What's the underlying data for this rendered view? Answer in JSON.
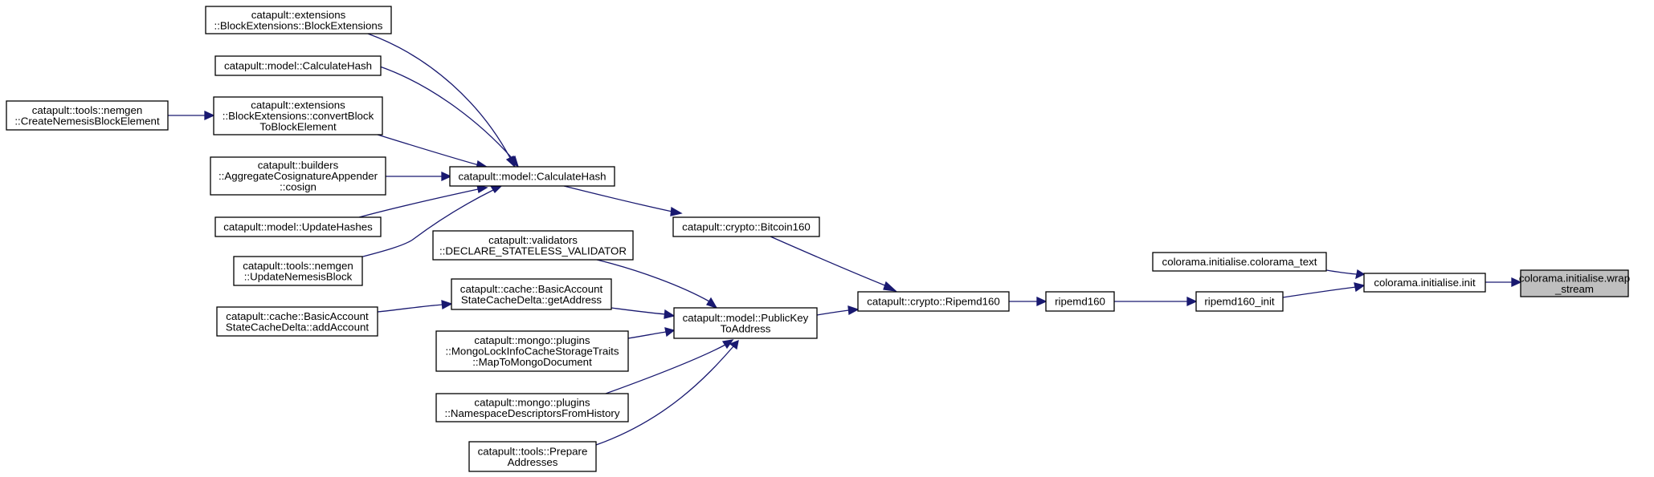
{
  "graph": {
    "colors": {
      "edge": "#191970",
      "node_fill": "#ffffff",
      "focus_fill": "#bfbfbf",
      "border": "#000000"
    },
    "nodes": [
      {
        "id": "wrap_stream",
        "name": "node-colorama-initialise-wrap-stream",
        "lines": [
          "colorama.initialise.wrap",
          "_stream"
        ],
        "focus": true
      },
      {
        "id": "init",
        "name": "node-colorama-initialise-init",
        "lines": [
          "colorama.initialise.init"
        ]
      },
      {
        "id": "colorama_text",
        "name": "node-colorama-initialise-colorama-text",
        "lines": [
          "colorama.initialise.colorama_text"
        ]
      },
      {
        "id": "ripemd160_init",
        "name": "node-ripemd160-init",
        "lines": [
          "ripemd160_init"
        ]
      },
      {
        "id": "ripemd160",
        "name": "node-ripemd160",
        "lines": [
          "ripemd160"
        ]
      },
      {
        "id": "crypto_ripemd160",
        "name": "node-catapult-crypto-ripemd160",
        "lines": [
          "catapult::crypto::Ripemd160"
        ]
      },
      {
        "id": "bitcoin160",
        "name": "node-catapult-crypto-bitcoin160",
        "lines": [
          "catapult::crypto::Bitcoin160"
        ]
      },
      {
        "id": "publickey_to_address",
        "name": "node-catapult-model-publickeytoaddress",
        "lines": [
          "catapult::model::PublicKey",
          "ToAddress"
        ]
      },
      {
        "id": "calculate_hash_main",
        "name": "node-catapult-model-calculatehash",
        "lines": [
          "catapult::model::CalculateHash"
        ]
      },
      {
        "id": "block_extensions",
        "name": "node-catapult-extensions-blockextensions",
        "lines": [
          "catapult::extensions",
          "::BlockExtensions::BlockExtensions"
        ]
      },
      {
        "id": "calculate_hash_2",
        "name": "node-catapult-model-calculatehash-caller",
        "lines": [
          "catapult::model::CalculateHash"
        ]
      },
      {
        "id": "convert_block",
        "name": "node-catapult-extensions-convertblocktoblockelement",
        "lines": [
          "catapult::extensions",
          "::BlockExtensions::convertBlock",
          "ToBlockElement"
        ]
      },
      {
        "id": "cosign",
        "name": "node-catapult-builders-cosign",
        "lines": [
          "catapult::builders",
          "::AggregateCosignatureAppender",
          "::cosign"
        ]
      },
      {
        "id": "update_hashes",
        "name": "node-catapult-model-updatehashes",
        "lines": [
          "catapult::model::UpdateHashes"
        ]
      },
      {
        "id": "update_nemesis",
        "name": "node-catapult-tools-nemgen-updatenemesisblock",
        "lines": [
          "catapult::tools::nemgen",
          "::UpdateNemesisBlock"
        ]
      },
      {
        "id": "create_nemesis",
        "name": "node-catapult-tools-nemgen-createnemesisblockelement",
        "lines": [
          "catapult::tools::nemgen",
          "::CreateNemesisBlockElement"
        ]
      },
      {
        "id": "declare_validator",
        "name": "node-catapult-validators-declare-stateless-validator",
        "lines": [
          "catapult::validators",
          "::DECLARE_STATELESS_VALIDATOR"
        ]
      },
      {
        "id": "get_address",
        "name": "node-catapult-cache-getaddress",
        "lines": [
          "catapult::cache::BasicAccount",
          "StateCacheDelta::getAddress"
        ]
      },
      {
        "id": "add_account",
        "name": "node-catapult-cache-addaccount",
        "lines": [
          "catapult::cache::BasicAccount",
          "StateCacheDelta::addAccount"
        ]
      },
      {
        "id": "map_to_mongo",
        "name": "node-catapult-mongo-plugins-maptomongodocument",
        "lines": [
          "catapult::mongo::plugins",
          "::MongoLockInfoCacheStorageTraits",
          "::MapToMongoDocument"
        ]
      },
      {
        "id": "namespace_descriptors",
        "name": "node-catapult-mongo-plugins-namespacedescriptorsfromhistory",
        "lines": [
          "catapult::mongo::plugins",
          "::NamespaceDescriptorsFromHistory"
        ]
      },
      {
        "id": "prepare_addresses",
        "name": "node-catapult-tools-prepareaddresses",
        "lines": [
          "catapult::tools::Prepare",
          "Addresses"
        ]
      }
    ],
    "edges": [
      {
        "from": "init",
        "to": "wrap_stream"
      },
      {
        "from": "colorama_text",
        "to": "init"
      },
      {
        "from": "ripemd160_init",
        "to": "init"
      },
      {
        "from": "ripemd160",
        "to": "ripemd160_init"
      },
      {
        "from": "crypto_ripemd160",
        "to": "ripemd160"
      },
      {
        "from": "bitcoin160",
        "to": "crypto_ripemd160"
      },
      {
        "from": "publickey_to_address",
        "to": "crypto_ripemd160"
      },
      {
        "from": "calculate_hash_main",
        "to": "bitcoin160"
      },
      {
        "from": "block_extensions",
        "to": "calculate_hash_main"
      },
      {
        "from": "calculate_hash_2",
        "to": "calculate_hash_main"
      },
      {
        "from": "convert_block",
        "to": "calculate_hash_main"
      },
      {
        "from": "cosign",
        "to": "calculate_hash_main"
      },
      {
        "from": "update_hashes",
        "to": "calculate_hash_main"
      },
      {
        "from": "update_nemesis",
        "to": "calculate_hash_main"
      },
      {
        "from": "create_nemesis",
        "to": "convert_block"
      },
      {
        "from": "declare_validator",
        "to": "publickey_to_address"
      },
      {
        "from": "get_address",
        "to": "publickey_to_address"
      },
      {
        "from": "map_to_mongo",
        "to": "publickey_to_address"
      },
      {
        "from": "namespace_descriptors",
        "to": "publickey_to_address"
      },
      {
        "from": "prepare_addresses",
        "to": "publickey_to_address"
      },
      {
        "from": "add_account",
        "to": "get_address"
      }
    ]
  }
}
